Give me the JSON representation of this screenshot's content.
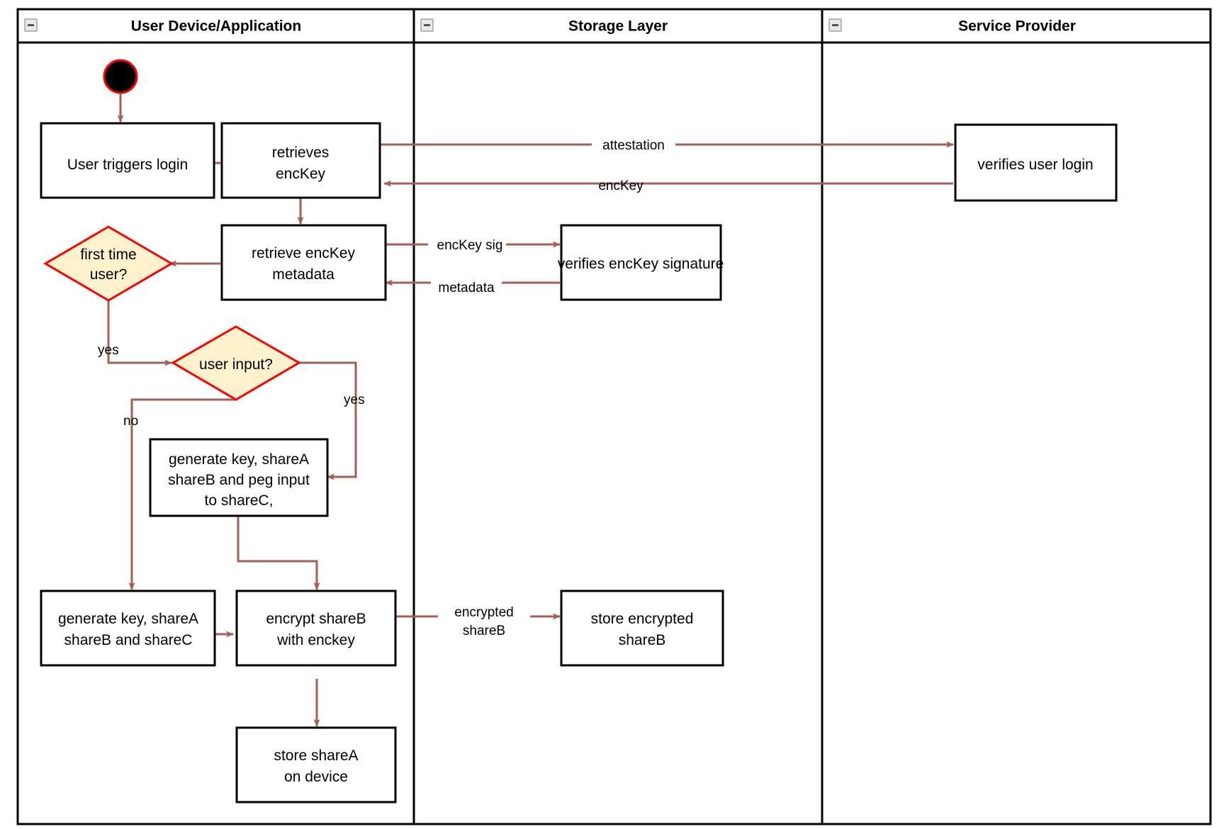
{
  "diagram": {
    "type": "uml-activity-swimlane",
    "lanes": [
      {
        "id": "user-device",
        "title": "User Device/Application",
        "collapse_icon": "minus-icon"
      },
      {
        "id": "storage-layer",
        "title": "Storage Layer",
        "collapse_icon": "minus-icon"
      },
      {
        "id": "service-provider",
        "title": "Service Provider",
        "collapse_icon": "minus-icon"
      }
    ],
    "nodes": {
      "start": {
        "shape": "initial-node",
        "label": ""
      },
      "user_triggers_login": {
        "shape": "activity",
        "label": "User triggers login"
      },
      "retrieves_enckey": {
        "shape": "activity",
        "line1": "retrieves",
        "line2": "encKey"
      },
      "verifies_user_login": {
        "shape": "activity",
        "label": "verifies user login"
      },
      "retrieve_enckey_metadata": {
        "shape": "activity",
        "line1": "retrieve encKey",
        "line2": "metadata"
      },
      "verifies_enckey_signature": {
        "shape": "activity",
        "label": "verifies encKey signature"
      },
      "first_time_user": {
        "shape": "decision",
        "line1": "first time",
        "line2": "user?"
      },
      "user_input": {
        "shape": "decision",
        "label": "user input?"
      },
      "generate_peg": {
        "shape": "activity",
        "line1": "generate key, shareA",
        "line2": "shareB and peg input",
        "line3": "to shareC,"
      },
      "generate_shares": {
        "shape": "activity",
        "line1": "generate key, shareA",
        "line2": "shareB and shareC"
      },
      "encrypt_shareb": {
        "shape": "activity",
        "line1": "encrypt shareB",
        "line2": "with enckey"
      },
      "store_encrypted_shareb": {
        "shape": "activity",
        "line1": "store encrypted",
        "line2": "shareB"
      },
      "store_sharea": {
        "shape": "activity",
        "line1": "store shareA",
        "line2": "on device"
      }
    },
    "edges": [
      {
        "from": "start",
        "to": "user_triggers_login",
        "label": ""
      },
      {
        "from": "user_triggers_login",
        "to": "retrieves_enckey",
        "label": ""
      },
      {
        "from": "retrieves_enckey",
        "to": "verifies_user_login",
        "label": "attestation"
      },
      {
        "from": "verifies_user_login",
        "to": "retrieves_enckey",
        "label": "encKey"
      },
      {
        "from": "retrieves_enckey",
        "to": "retrieve_enckey_metadata",
        "label": ""
      },
      {
        "from": "retrieve_enckey_metadata",
        "to": "verifies_enckey_signature",
        "label": "encKey sig"
      },
      {
        "from": "verifies_enckey_signature",
        "to": "retrieve_enckey_metadata",
        "label": "metadata"
      },
      {
        "from": "retrieve_enckey_metadata",
        "to": "first_time_user",
        "label": ""
      },
      {
        "from": "first_time_user",
        "to": "user_input",
        "label": "yes"
      },
      {
        "from": "user_input",
        "to": "generate_shares",
        "label": "no"
      },
      {
        "from": "user_input",
        "to": "generate_peg",
        "label": "yes"
      },
      {
        "from": "generate_peg",
        "to": "encrypt_shareb",
        "label": ""
      },
      {
        "from": "generate_shares",
        "to": "encrypt_shareb",
        "label": ""
      },
      {
        "from": "encrypt_shareb",
        "to": "store_encrypted_shareb",
        "line1": "encrypted",
        "line2": "shareB"
      },
      {
        "from": "encrypt_shareb",
        "to": "store_sharea",
        "label": ""
      }
    ],
    "colors": {
      "flow_arrow": "#a65f57",
      "decision_fill": "#fff2cc",
      "decision_stroke": "#ff0000",
      "node_stroke": "#000000",
      "node_fill": "#ffffff",
      "lane_stroke": "#000000",
      "start_fill": "#000000",
      "start_stroke": "#ff0000"
    }
  }
}
